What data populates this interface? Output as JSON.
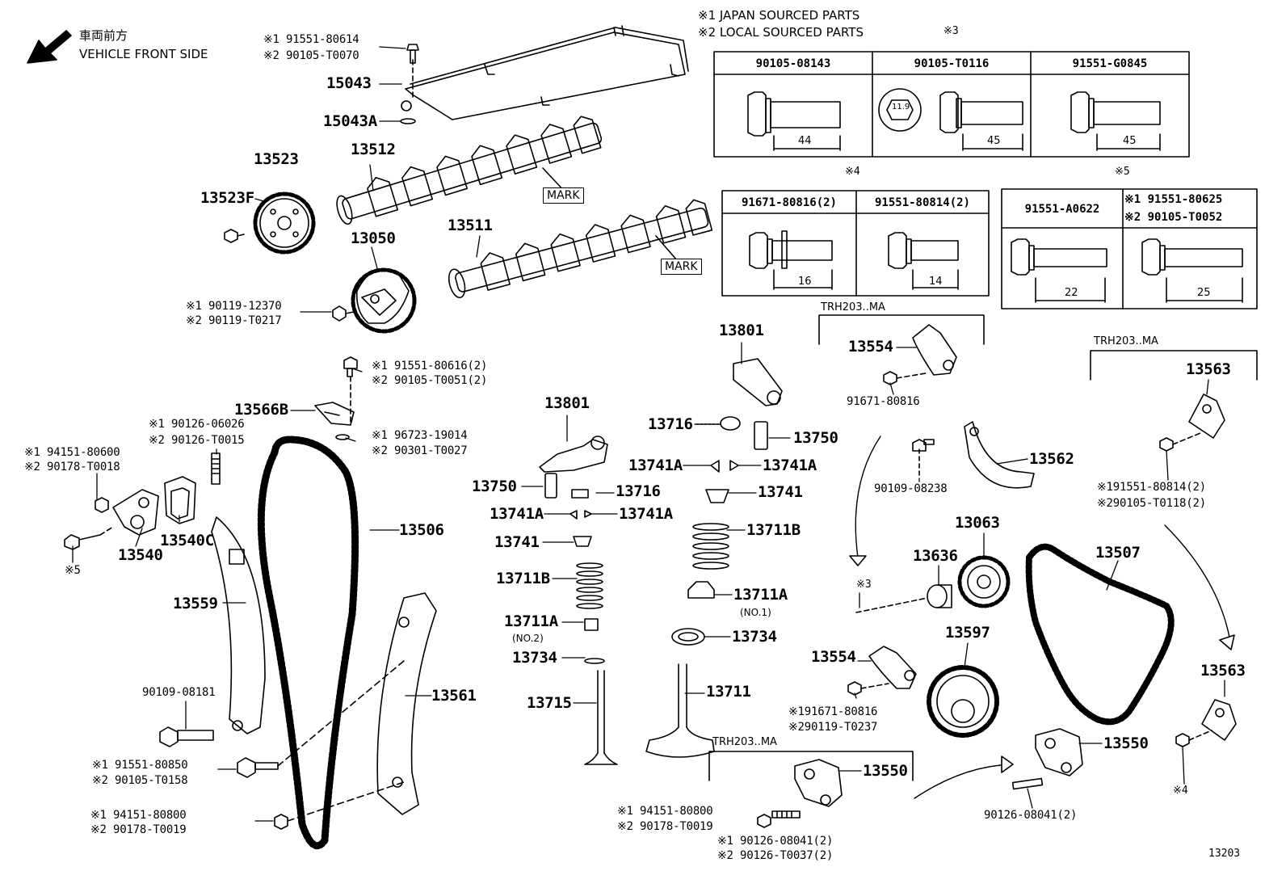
{
  "header": {
    "direction_jp": "車両前方",
    "direction_en": "VEHICLE FRONT SIDE",
    "note1": "※1 JAPAN SOURCED PARTS",
    "note2": "※2 LOCAL SOURCED PARTS"
  },
  "bolt_tables": {
    "t3": {
      "ref": "※3",
      "cols": [
        {
          "part": "90105-08143",
          "length": "44"
        },
        {
          "part": "90105-T0116",
          "length": "45",
          "wrench": "11.9"
        },
        {
          "part": "91551-G0845",
          "length": "45"
        }
      ]
    },
    "t4": {
      "ref": "※4",
      "cols": [
        {
          "part": "91671-80816(2)",
          "length": "16"
        },
        {
          "part": "91551-80814(2)",
          "length": "14"
        }
      ]
    },
    "t5": {
      "ref": "※5",
      "cols": [
        {
          "part": "91551-A0622",
          "length": "22"
        },
        {
          "part1": "※1 91551-80625",
          "part2": "※2 90105-T0052",
          "length": "25"
        }
      ]
    }
  },
  "specs": {
    "trh_a": "TRH203..MA",
    "trh_b": "TRH203..MA",
    "trh_c": "TRH203..MA",
    "no1": "(NO.1)",
    "no2": "(NO.2)",
    "mark_a": "MARK",
    "mark_b": "MARK"
  },
  "labels": [
    "※1 91551-80614",
    "※2 90105-T0070",
    "15043",
    "15043A",
    "13523",
    "13523F",
    "13512",
    "13511",
    "13050",
    "※1 90119-12370",
    "※2 90119-T0217",
    "※1 91551-80616(2)",
    "※2 90105-T0051(2)",
    "13566B",
    "※1 96723-19014",
    "※2 90301-T0027",
    "※1 90126-06026",
    "※2 90126-T0015",
    "※1  94151-80600",
    "※2  90178-T0018",
    "13540C",
    "13540",
    "※5",
    "13559",
    "13506",
    "90109-08181",
    "※1 91551-80850",
    "※2 90105-T0158",
    "13561",
    "※1 94151-80800",
    "※2 90178-T0019",
    "13801",
    "13750",
    "13716",
    "13741A",
    "13741A",
    "13741",
    "13711B",
    "13711A",
    "13734",
    "13715",
    "13801",
    "13716",
    "13750",
    "13741A",
    "13741A",
    "13741",
    "13711B",
    "13711A",
    "13734",
    "13711",
    "13554",
    "91671-80816",
    "90109-08238",
    "13562",
    "13063",
    "13636",
    "※3",
    "13597",
    "13554",
    "※191671-80816",
    "※290119-T0237",
    "13550",
    "※1 94151-80800",
    "※2 90178-T0019",
    "※1 90126-08041(2)",
    "※2 90126-T0037(2)",
    "13563",
    "※191551-80814(2)",
    "※290105-T0118(2)",
    "13507",
    "13563",
    "13550",
    "90126-08041(2)",
    "※4",
    "13203"
  ]
}
